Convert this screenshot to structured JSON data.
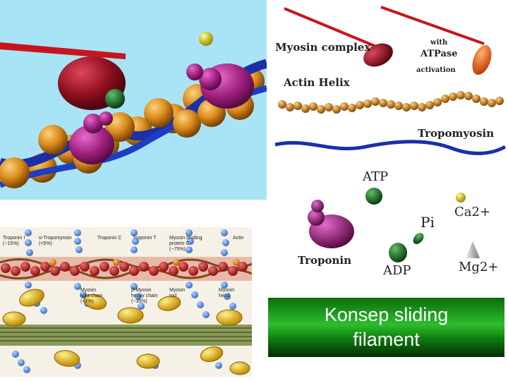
{
  "legend": {
    "myosin_complex": "Myosin complex",
    "with_atpase": "with",
    "atpase": "ATPase",
    "activation": "activation",
    "actin_helix": "Actin Helix",
    "tropomyosin": "Tropomyosin",
    "atp": "ATP",
    "pi": "Pi",
    "ca": "Ca2+",
    "troponin": "Troponin",
    "adp": "ADP",
    "mg": "Mg2+"
  },
  "schematic": {
    "troponin_i": "Troponin I",
    "troponin_i_pct": "(~15%)",
    "alpha_tropomyosin": "α-Tropomyosin",
    "alpha_tropomyosin_pct": "(<5%)",
    "troponin_c": "Troponin C",
    "troponin_t": "Troponin T",
    "myosin_binding_protein": "Myosin binding",
    "myosin_binding_protein_2": "protein C",
    "myosin_binding_pct": "(~75%)",
    "actin": "Actin",
    "myosin_light_chain": "Myosin",
    "myosin_light_chain_2": "light chain",
    "myosin_light_chain_pct": "(<1%)",
    "beta_myosin": "β-Myosin",
    "beta_myosin_2": "heavy chain",
    "beta_myosin_pct": "(~35%)",
    "myosin_rod": "Myosin",
    "myosin_rod_2": "rod",
    "myosin_head": "Myosin",
    "myosin_head_2": "head"
  },
  "caption": {
    "line1": "Konsep sliding",
    "line2": "filament"
  }
}
